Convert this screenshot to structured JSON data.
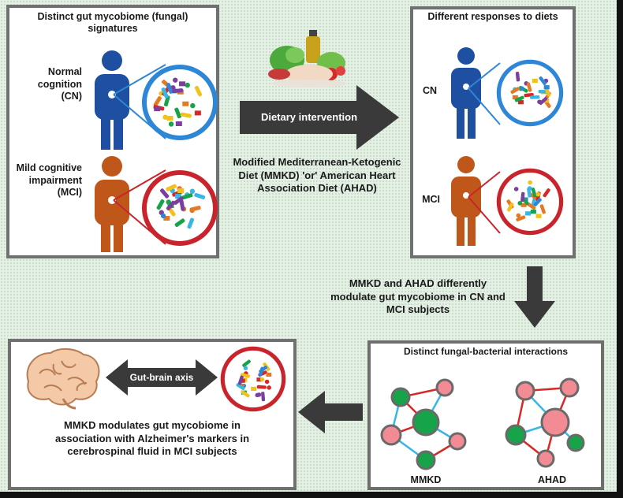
{
  "panel_left": {
    "title": "Distinct gut mycobiome (fungal) signatures",
    "cn_label": "Normal cognition (CN)",
    "mci_label": "Mild cognitive impairment (MCI)"
  },
  "intervention": {
    "arrow_label": "Dietary intervention",
    "diet_text": "Modified Mediterranean-Ketogenic Diet (MMKD) 'or' American Heart Association Diet (AHAD)"
  },
  "panel_right": {
    "title": "Different responses to diets",
    "cn_label": "CN",
    "mci_label": "MCI"
  },
  "modulation_text": "MMKD and AHAD differently modulate gut mycobiome in CN and MCI subjects",
  "panel_interactions": {
    "title": "Distinct fungal-bacterial interactions",
    "mmkd_label": "MMKD",
    "ahad_label": "AHAD"
  },
  "panel_result": {
    "arrow_label": "Gut-brain axis",
    "summary": "MMKD modulates gut mycobiome in association with Alzheimer's markers in cerebrospinal fluid in MCI subjects"
  },
  "colors": {
    "cn_person": "#1f4fa0",
    "mci_person": "#c0571a",
    "cn_circle": "#2e86d6",
    "mci_circle": "#c9242b",
    "arrow": "#3a3a3a",
    "node_green": "#16a34a",
    "node_pink": "#f28b94",
    "edge_red": "#d62828",
    "edge_blue": "#38b6e8"
  }
}
